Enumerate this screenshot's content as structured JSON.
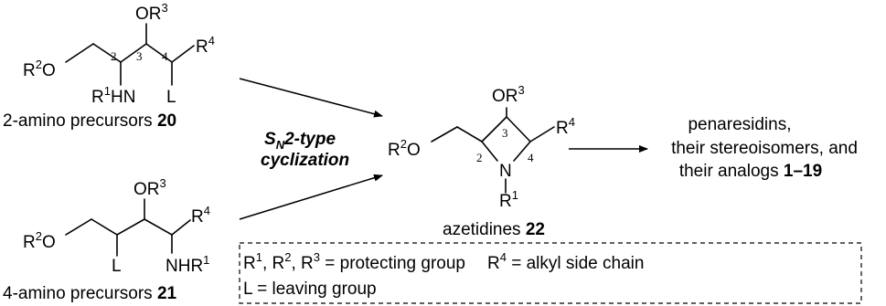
{
  "compounds": {
    "c20": {
      "or3": {
        "base": "OR",
        "sup": "3"
      },
      "r2o": {
        "base": "R",
        "sup": "2",
        "tail": "O"
      },
      "r4": {
        "base": "R",
        "sup": "4"
      },
      "nh": {
        "base": "R",
        "sup": "1",
        "tail": "HN"
      },
      "leaving": "L",
      "pos2": "2",
      "pos3": "3",
      "pos4": "4",
      "caption": "2-amino precursors ",
      "caption_num": "20"
    },
    "c21": {
      "or3": {
        "base": "OR",
        "sup": "3"
      },
      "r2o": {
        "base": "R",
        "sup": "2",
        "tail": "O"
      },
      "r4": {
        "base": "R",
        "sup": "4"
      },
      "leaving": "L",
      "nhr": {
        "base": "NHR",
        "sup": "1"
      },
      "caption": "4-amino precursors ",
      "caption_num": "21"
    },
    "c22": {
      "or3": {
        "base": "OR",
        "sup": "3"
      },
      "r2o": {
        "base": "R",
        "sup": "2",
        "tail": "O"
      },
      "r4": {
        "base": "R",
        "sup": "4"
      },
      "n": "N",
      "r1": {
        "base": "R",
        "sup": "1"
      },
      "pos2": "2",
      "pos3": "3",
      "pos4": "4",
      "caption": "azetidines ",
      "caption_num": "22"
    }
  },
  "reaction": {
    "label_sn": "S",
    "label_sub": "N",
    "label_rest": "2-type",
    "label_line2": "cyclization"
  },
  "products": {
    "line1": "penaresidins,",
    "line2": "their stereoisomers, and",
    "line3": "their analogs ",
    "line3_bold": "1–19"
  },
  "legend": {
    "line1_a": {
      "r1": "1",
      "r2": "2",
      "r3": "3"
    },
    "line1_text": ", R",
    "line1_text2": " = protecting group",
    "line1_r4sup": "4",
    "line1_r4text": " = alkyl side chain",
    "line2": "L = leaving group"
  }
}
